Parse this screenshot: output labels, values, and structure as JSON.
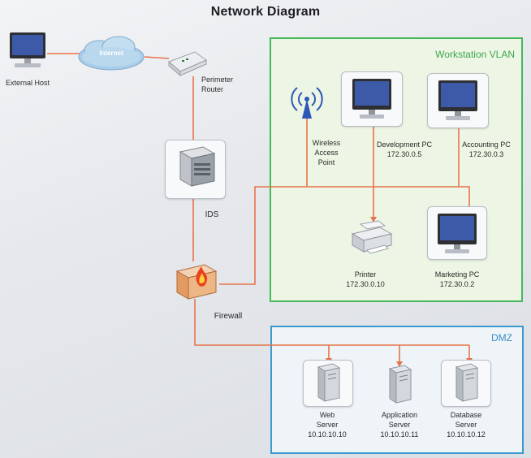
{
  "diagram": {
    "title": "Network Diagram",
    "zones": {
      "workstation_vlan": "Workstation VLAN",
      "dmz": "DMZ"
    },
    "nodes": {
      "external_host": "External Host",
      "internet": "Internet",
      "perimeter_router": "Perimeter\nRouter",
      "ids": "IDS",
      "firewall": "Firewall",
      "wireless_ap": "Wireless\nAccess\nPoint",
      "development_pc": "Development  PC\n172.30.0.5",
      "accounting_pc": "Accounting  PC\n172.30.0.3",
      "printer": "Printer\n172.30.0.10",
      "marketing_pc": "Marketing  PC\n172.30.0.2",
      "web_server": "Web\nServer\n10.10.10.10",
      "application_server": "Application\nServer\n10.10.10.11",
      "database_server": "Database\nServer\n10.10.10.12"
    },
    "colors": {
      "link": "#e8744a",
      "vlan_border": "#46b85a",
      "dmz_border": "#3a9ad0"
    }
  }
}
